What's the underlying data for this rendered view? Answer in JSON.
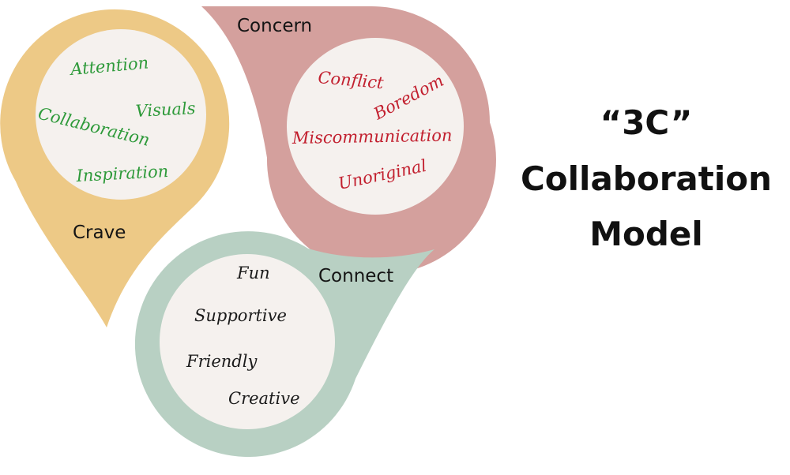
{
  "title": {
    "line1": "“3C”",
    "line2": "Collaboration",
    "line3": "Model"
  },
  "colors": {
    "crave": "#EDC986",
    "concern": "#D4A09D",
    "connect": "#B8D0C3",
    "inner": "#F5F1EE",
    "crave_text": "#2E9A3A",
    "concern_text": "#C2202F",
    "connect_text": "#1A1A1A"
  },
  "crave": {
    "label": "Crave",
    "words": [
      "Attention",
      "Visuals",
      "Collaboration",
      "Inspiration"
    ]
  },
  "concern": {
    "label": "Concern",
    "words": [
      "Conflict",
      "Boredom",
      "Miscommunication",
      "Unoriginal"
    ]
  },
  "connect": {
    "label": "Connect",
    "words": [
      "Fun",
      "Supportive",
      "Friendly",
      "Creative"
    ]
  }
}
